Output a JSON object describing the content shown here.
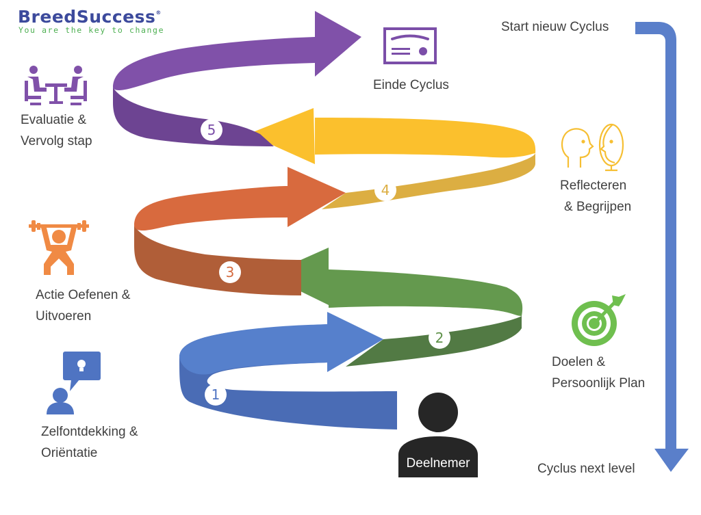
{
  "logo": {
    "name": "BreedSuccess",
    "registered": "®",
    "tagline": "You are the key to change"
  },
  "colors": {
    "brand_blue": "#3c4a9c",
    "brand_green": "#4caf50",
    "step1": "#4f74c2",
    "step2": "#5e9148",
    "step3": "#d46a3e",
    "step4": "#f6bf33",
    "step5": "#7b4ea8",
    "text": "#404040"
  },
  "steps": [
    {
      "number": "1",
      "label_line1": "Zelfontdekking &",
      "label_line2": "Oriëntatie",
      "icon": "person-idea-icon"
    },
    {
      "number": "2",
      "label_line1": "Doelen &",
      "label_line2": "Persoonlijk Plan",
      "icon": "target-icon"
    },
    {
      "number": "3",
      "label_line1": "Actie Oefenen &",
      "label_line2": "Uitvoeren",
      "icon": "weightlifter-icon"
    },
    {
      "number": "4",
      "label_line1": "Reflecteren",
      "label_line2": "& Begrijpen",
      "icon": "mirror-reflection-icon"
    },
    {
      "number": "5",
      "label_line1": "Evaluatie &",
      "label_line2": "Vervolg stap",
      "icon": "meeting-table-icon"
    }
  ],
  "end": {
    "label": "Einde Cyclus",
    "icon": "certificate-icon"
  },
  "participant": {
    "label": "Deelnemer",
    "icon": "person-icon"
  },
  "cycle_arrow": {
    "start_label": "Start nieuw Cyclus",
    "end_label": "Cyclus next level"
  }
}
